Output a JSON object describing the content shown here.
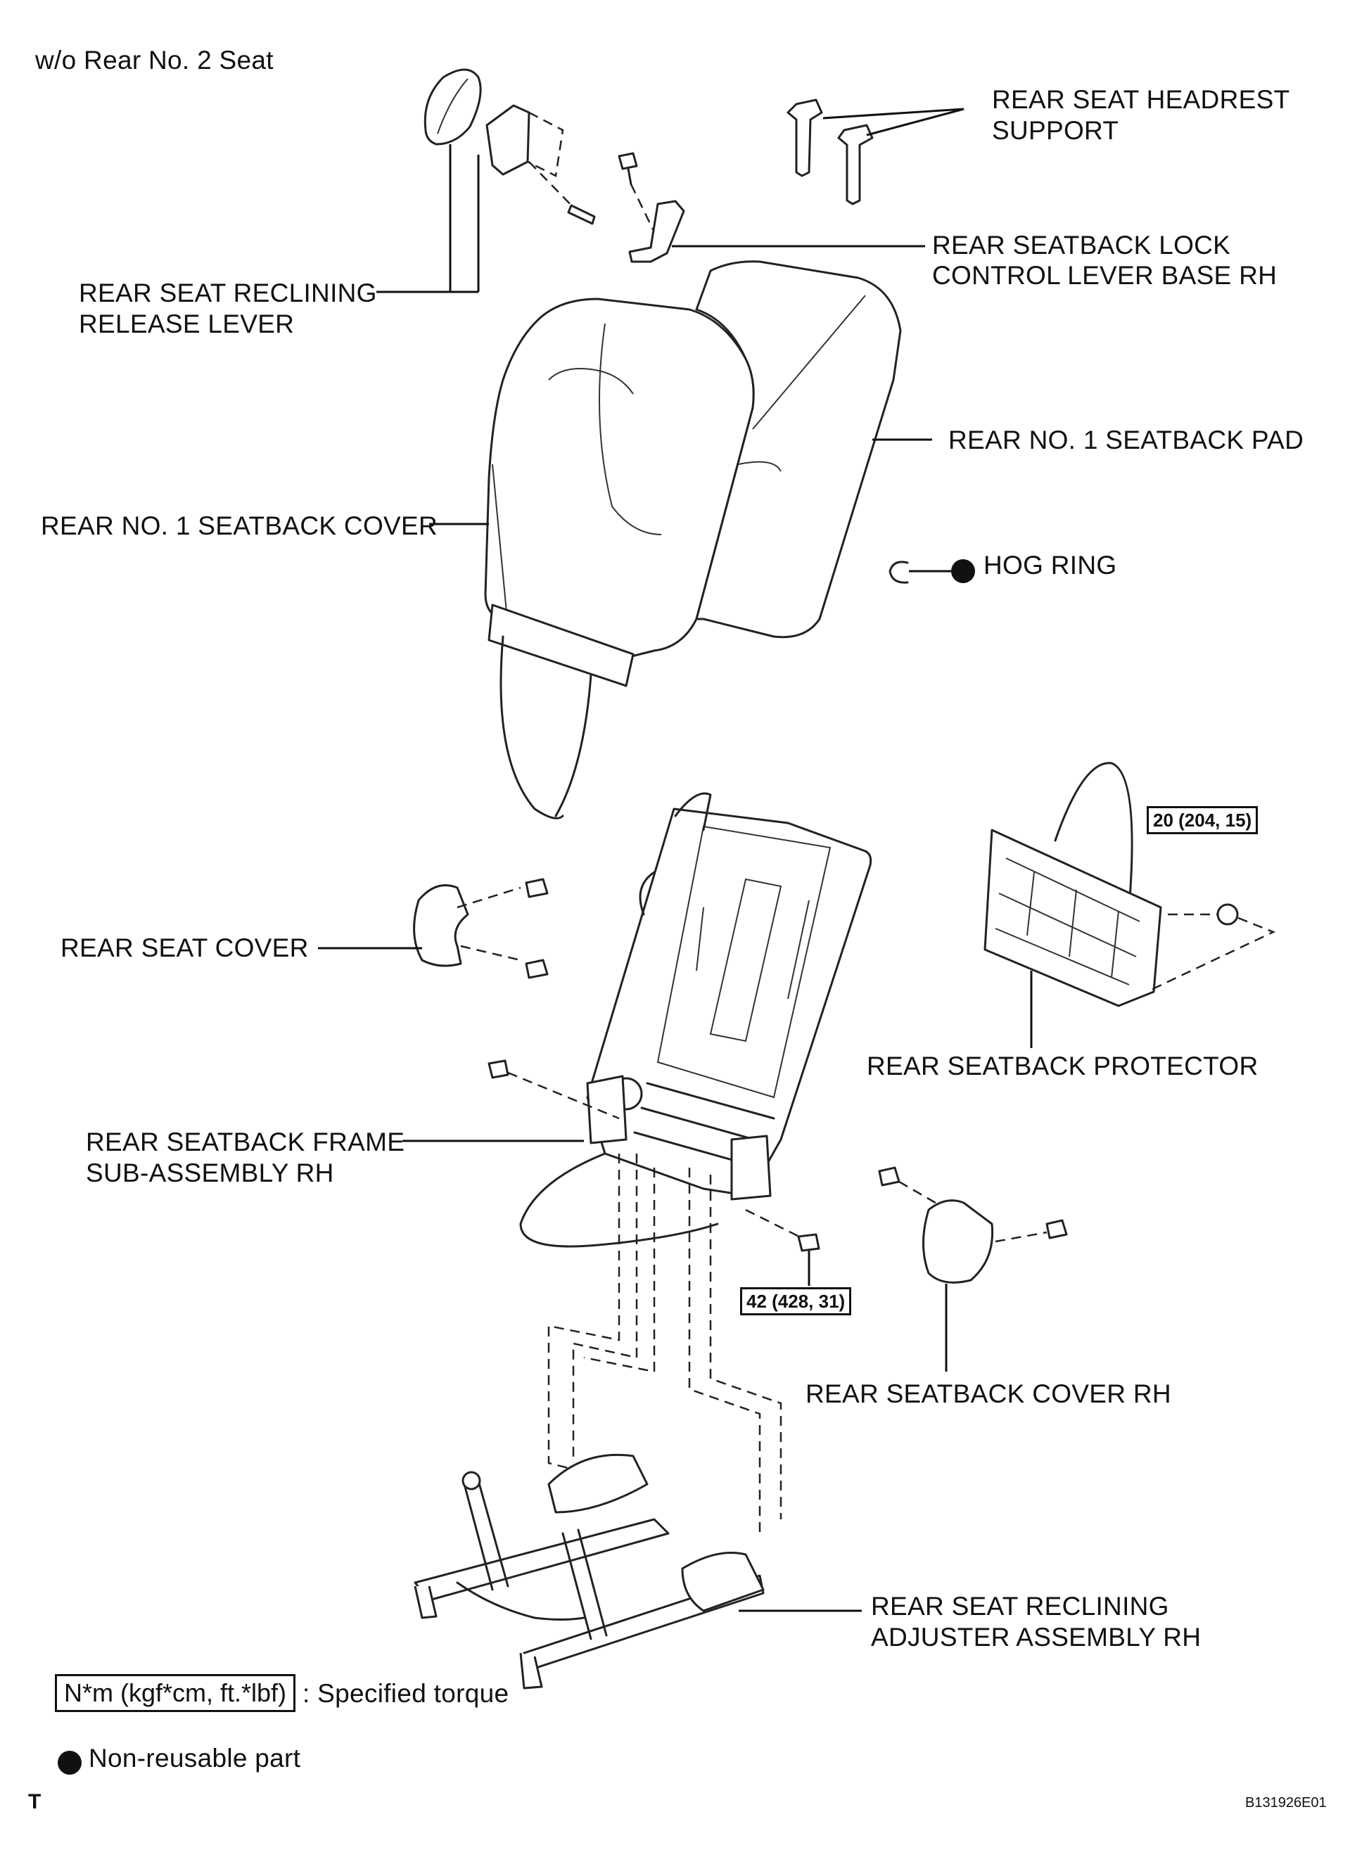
{
  "header": {
    "variant": "w/o Rear No. 2 Seat"
  },
  "labels": {
    "headrest_support": [
      "REAR SEAT HEADREST",
      "SUPPORT"
    ],
    "lock_lever_base": [
      "REAR SEATBACK LOCK",
      "CONTROL LEVER BASE RH"
    ],
    "reclining_release_lever": [
      "REAR SEAT RECLINING",
      "RELEASE LEVER"
    ],
    "seatback_pad": "REAR NO. 1 SEATBACK PAD",
    "seatback_cover": "REAR NO. 1 SEATBACK COVER",
    "hog_ring": "HOG RING",
    "seat_cover": "REAR SEAT COVER",
    "seatback_protector": "REAR SEATBACK PROTECTOR",
    "seatback_frame": [
      "REAR SEATBACK FRAME",
      "SUB-ASSEMBLY RH"
    ],
    "seatback_cover_rh": "REAR SEATBACK COVER RH",
    "reclining_adjuster": [
      "REAR SEAT RECLINING",
      "ADJUSTER ASSEMBLY RH"
    ]
  },
  "torques": {
    "protector": "20 (204, 15)",
    "frame_bolt": "42 (428, 31)"
  },
  "legend": {
    "torque_unit": "N*m (kgf*cm, ft.*lbf)",
    "torque_text": ": Specified torque",
    "non_reusable": "Non-reusable part"
  },
  "footer": {
    "left_mark": "T",
    "figure_id": "B131926E01"
  }
}
